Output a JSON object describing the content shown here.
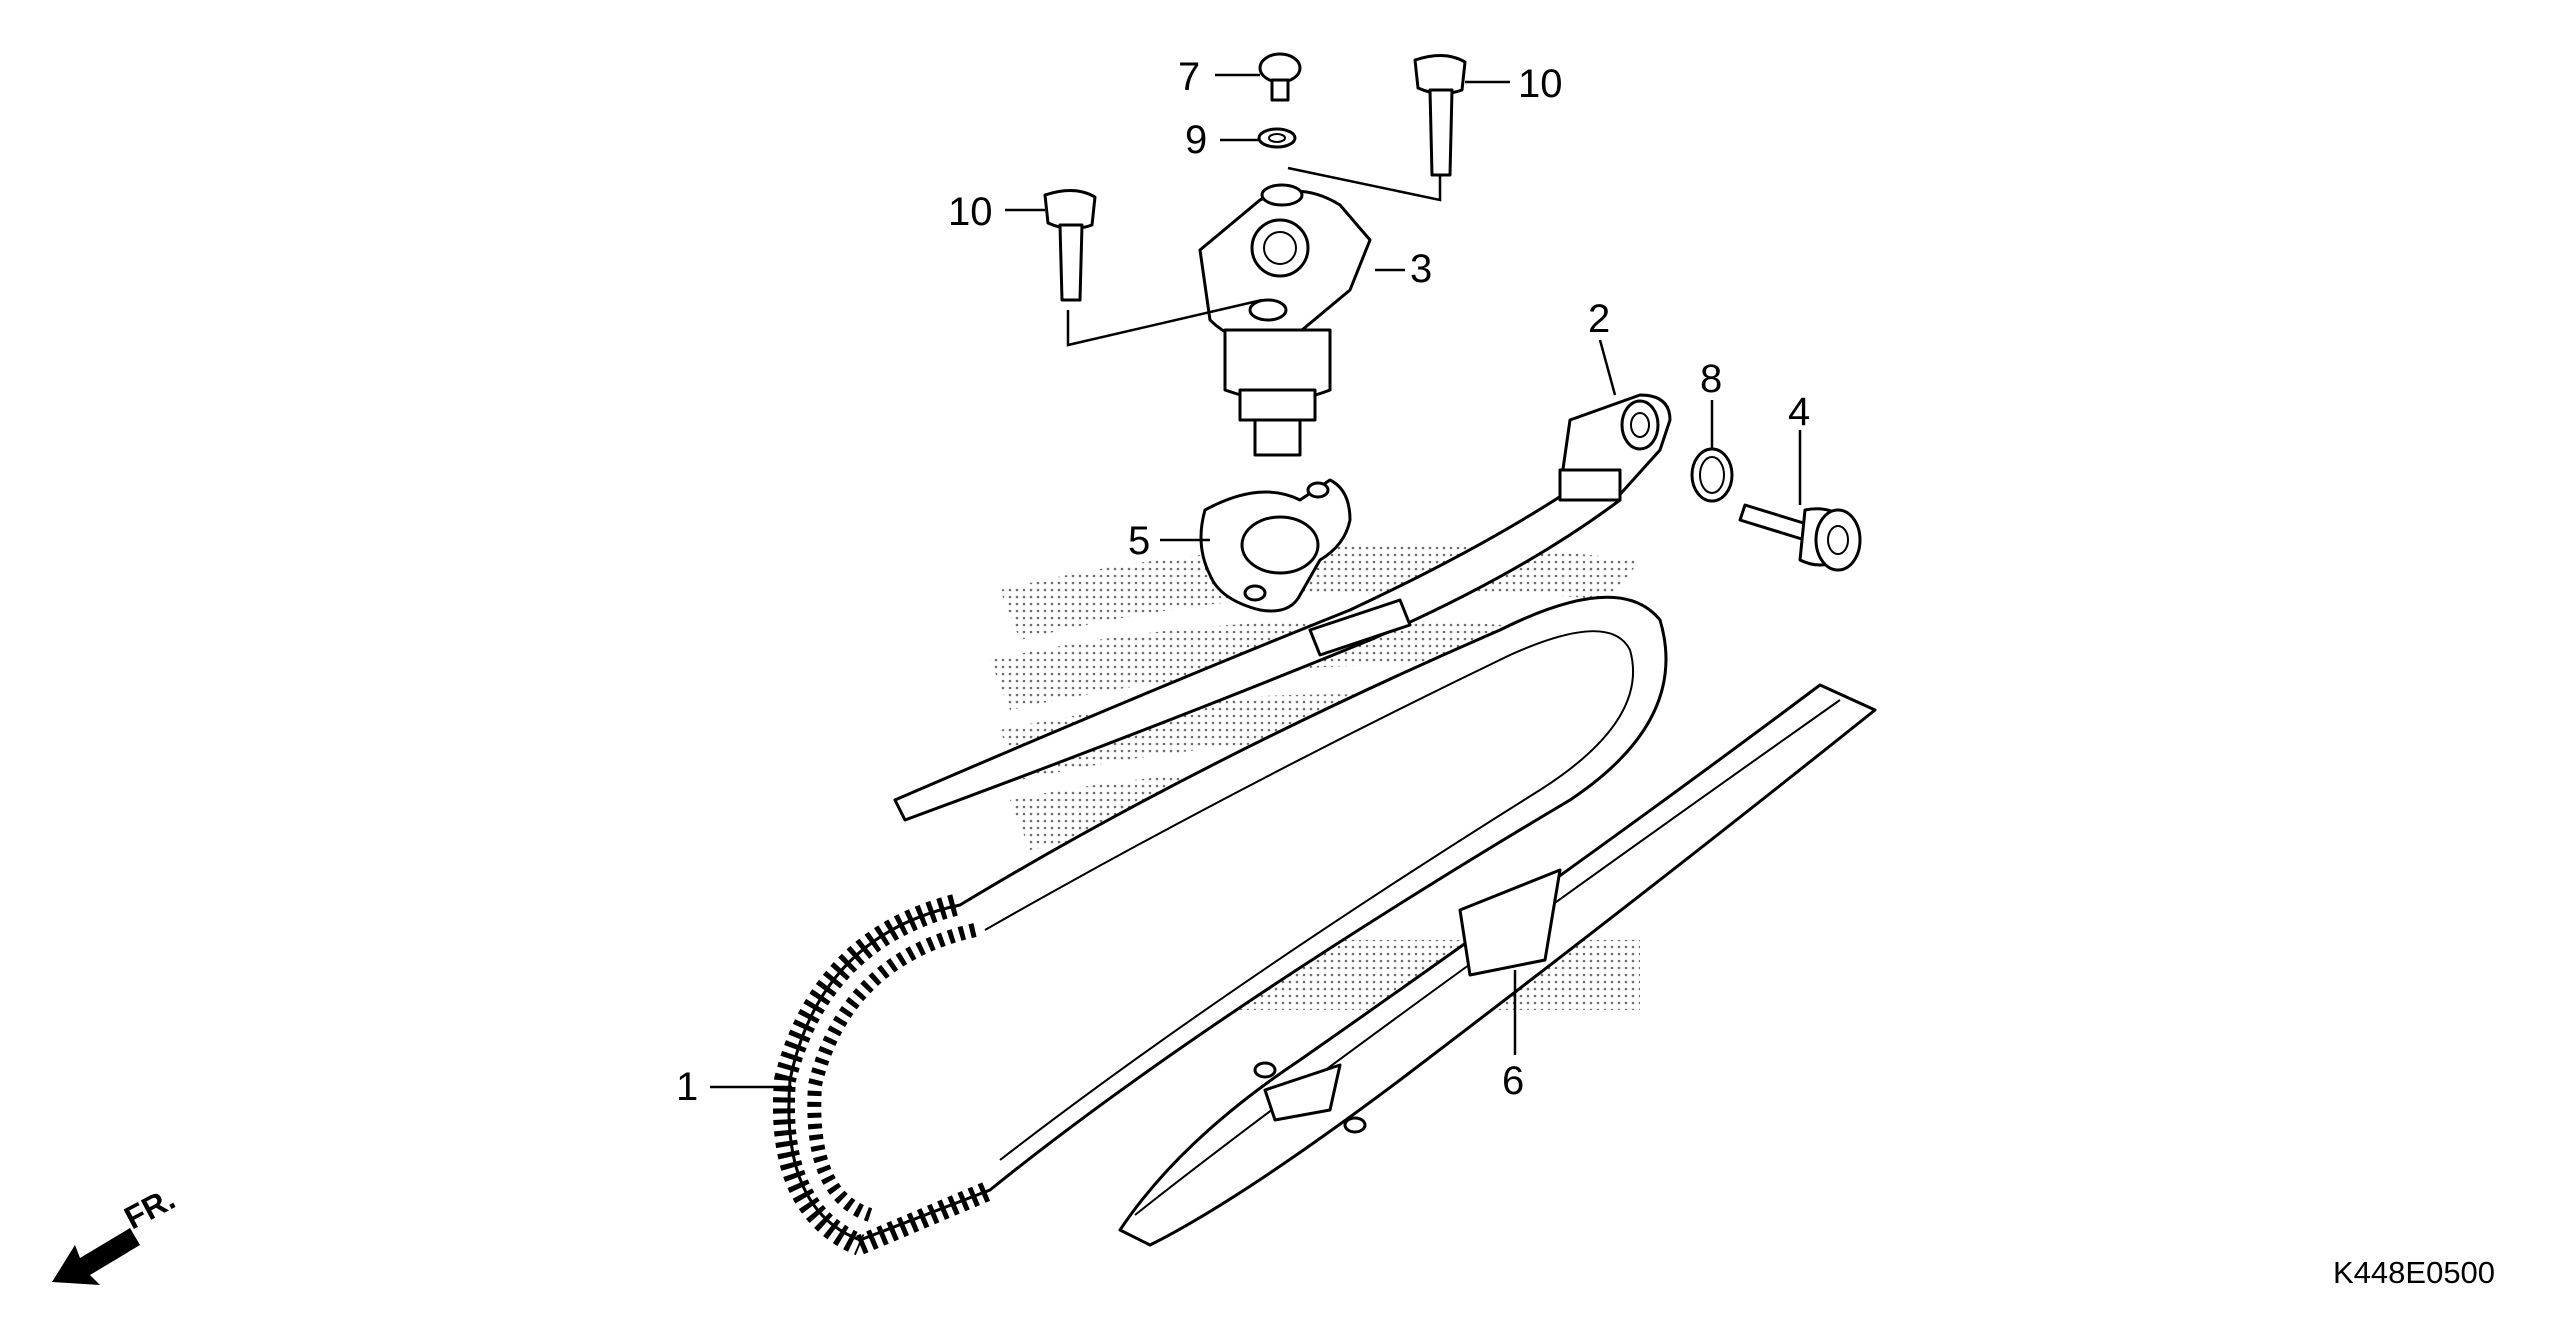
{
  "diagram": {
    "code": "K448E0500",
    "direction": "FR.",
    "callouts": [
      {
        "number": "1"
      },
      {
        "number": "2"
      },
      {
        "number": "3"
      },
      {
        "number": "4"
      },
      {
        "number": "5"
      },
      {
        "number": "6"
      },
      {
        "number": "7"
      },
      {
        "number": "8"
      },
      {
        "number": "9"
      },
      {
        "number": "10"
      },
      {
        "number": "10"
      }
    ],
    "watermark_icon": "wing-logo-icon",
    "colors": {
      "line": "#000000",
      "background": "#ffffff",
      "stipple": "#555555"
    }
  }
}
